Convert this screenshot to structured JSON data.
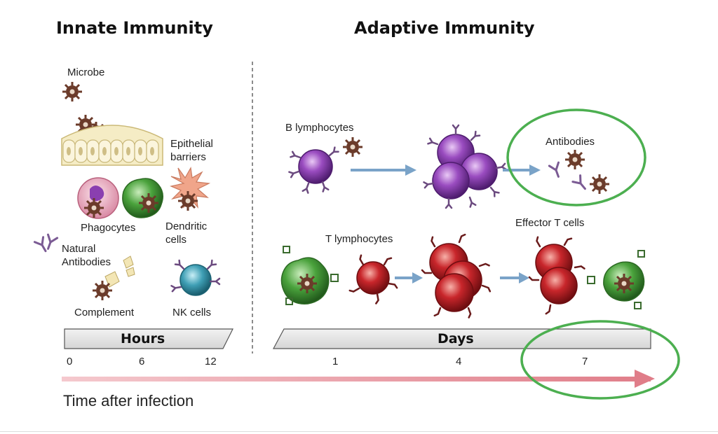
{
  "headings": {
    "innate": "Innate Immunity",
    "adaptive": "Adaptive Immunity"
  },
  "innate_labels": {
    "microbe": "Microbe",
    "epithelial": "Epithelial\nbarriers",
    "phagocytes": "Phagocytes",
    "dendritic": "Dendritic\ncells",
    "natural_antibodies": "Natural\nAntibodies",
    "complement": "Complement",
    "nk_cells": "NK cells"
  },
  "adaptive_labels": {
    "b_lymphocytes": "B lymphocytes",
    "antibodies": "Antibodies",
    "t_lymphocytes": "T lymphocytes",
    "effector_t": "Effector T cells"
  },
  "timeline": {
    "hours_label": "Hours",
    "days_label": "Days",
    "hour_ticks": [
      "0",
      "6",
      "12"
    ],
    "day_ticks": [
      "1",
      "4",
      "7"
    ],
    "axis_label": "Time after infection"
  },
  "colors": {
    "b_cell": "#8a3fb0",
    "t_cell": "#c8262b",
    "phagocyte": "#4aa23c",
    "dendritic": "#f0a58a",
    "nk": "#3f9fb5",
    "microbe": "#6b3b2a",
    "arrow": "#7aa3c8",
    "highlight": "#4caf50",
    "time_arrow": "#e9a0a8"
  }
}
